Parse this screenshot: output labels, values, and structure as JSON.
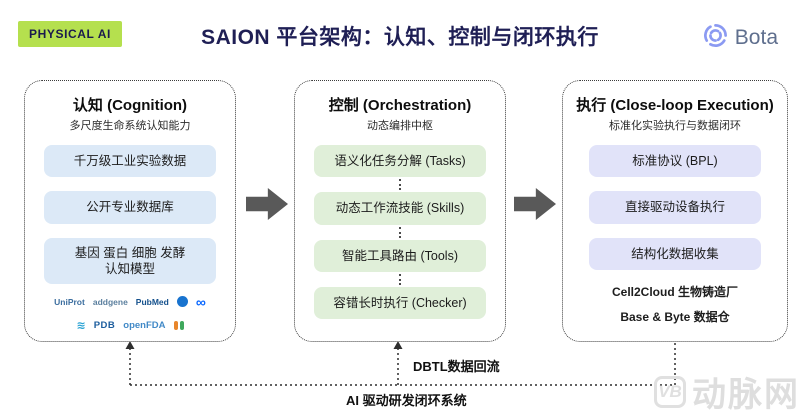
{
  "header": {
    "badge": "PHYSICAL AI",
    "title": "SAION 平台架构：认知、控制与闭环执行",
    "brand": "Bota"
  },
  "columns": {
    "cognition": {
      "title": "认知 (Cognition)",
      "subtitle": "多尺度生命系统认知能力",
      "items": [
        "千万级工业实验数据",
        "公开专业数据库",
        "基因 蛋白 细胞 发酵\n认知模型"
      ],
      "logos_row1": [
        "UniProt",
        "addgene",
        "PubMed",
        "∞"
      ],
      "logos_row2": [
        "PDB",
        "openFDA"
      ],
      "wave_glyph": "≋"
    },
    "orchestration": {
      "title": "控制 (Orchestration)",
      "subtitle": "动态编排中枢",
      "items": [
        "语义化任务分解 (Tasks)",
        "动态工作流技能 (Skills)",
        "智能工具路由 (Tools)",
        "容错长时执行 (Checker)"
      ]
    },
    "execution": {
      "title": "执行 (Close-loop Execution)",
      "subtitle": "标准化实验执行与数据闭环",
      "items": [
        "标准协议 (BPL)",
        "直接驱动设备执行",
        "结构化数据收集"
      ],
      "notes": [
        "Cell2Cloud 生物铸造厂",
        "Base & Byte 数据仓"
      ]
    }
  },
  "loop": {
    "dbtl_label": "DBTL数据回流",
    "bottom_label": "AI 驱动研发闭环系统"
  },
  "watermark": {
    "icon": "VB",
    "text": "动脉网"
  },
  "colors": {
    "badge_bg": "#b5e04e",
    "title_text": "#1f1f55",
    "chip_blue": "#dce9f7",
    "chip_green": "#e0efd9",
    "chip_purple": "#e1e3f9",
    "arrow_gray": "#595959",
    "brand_blue": "#8b9af2"
  }
}
